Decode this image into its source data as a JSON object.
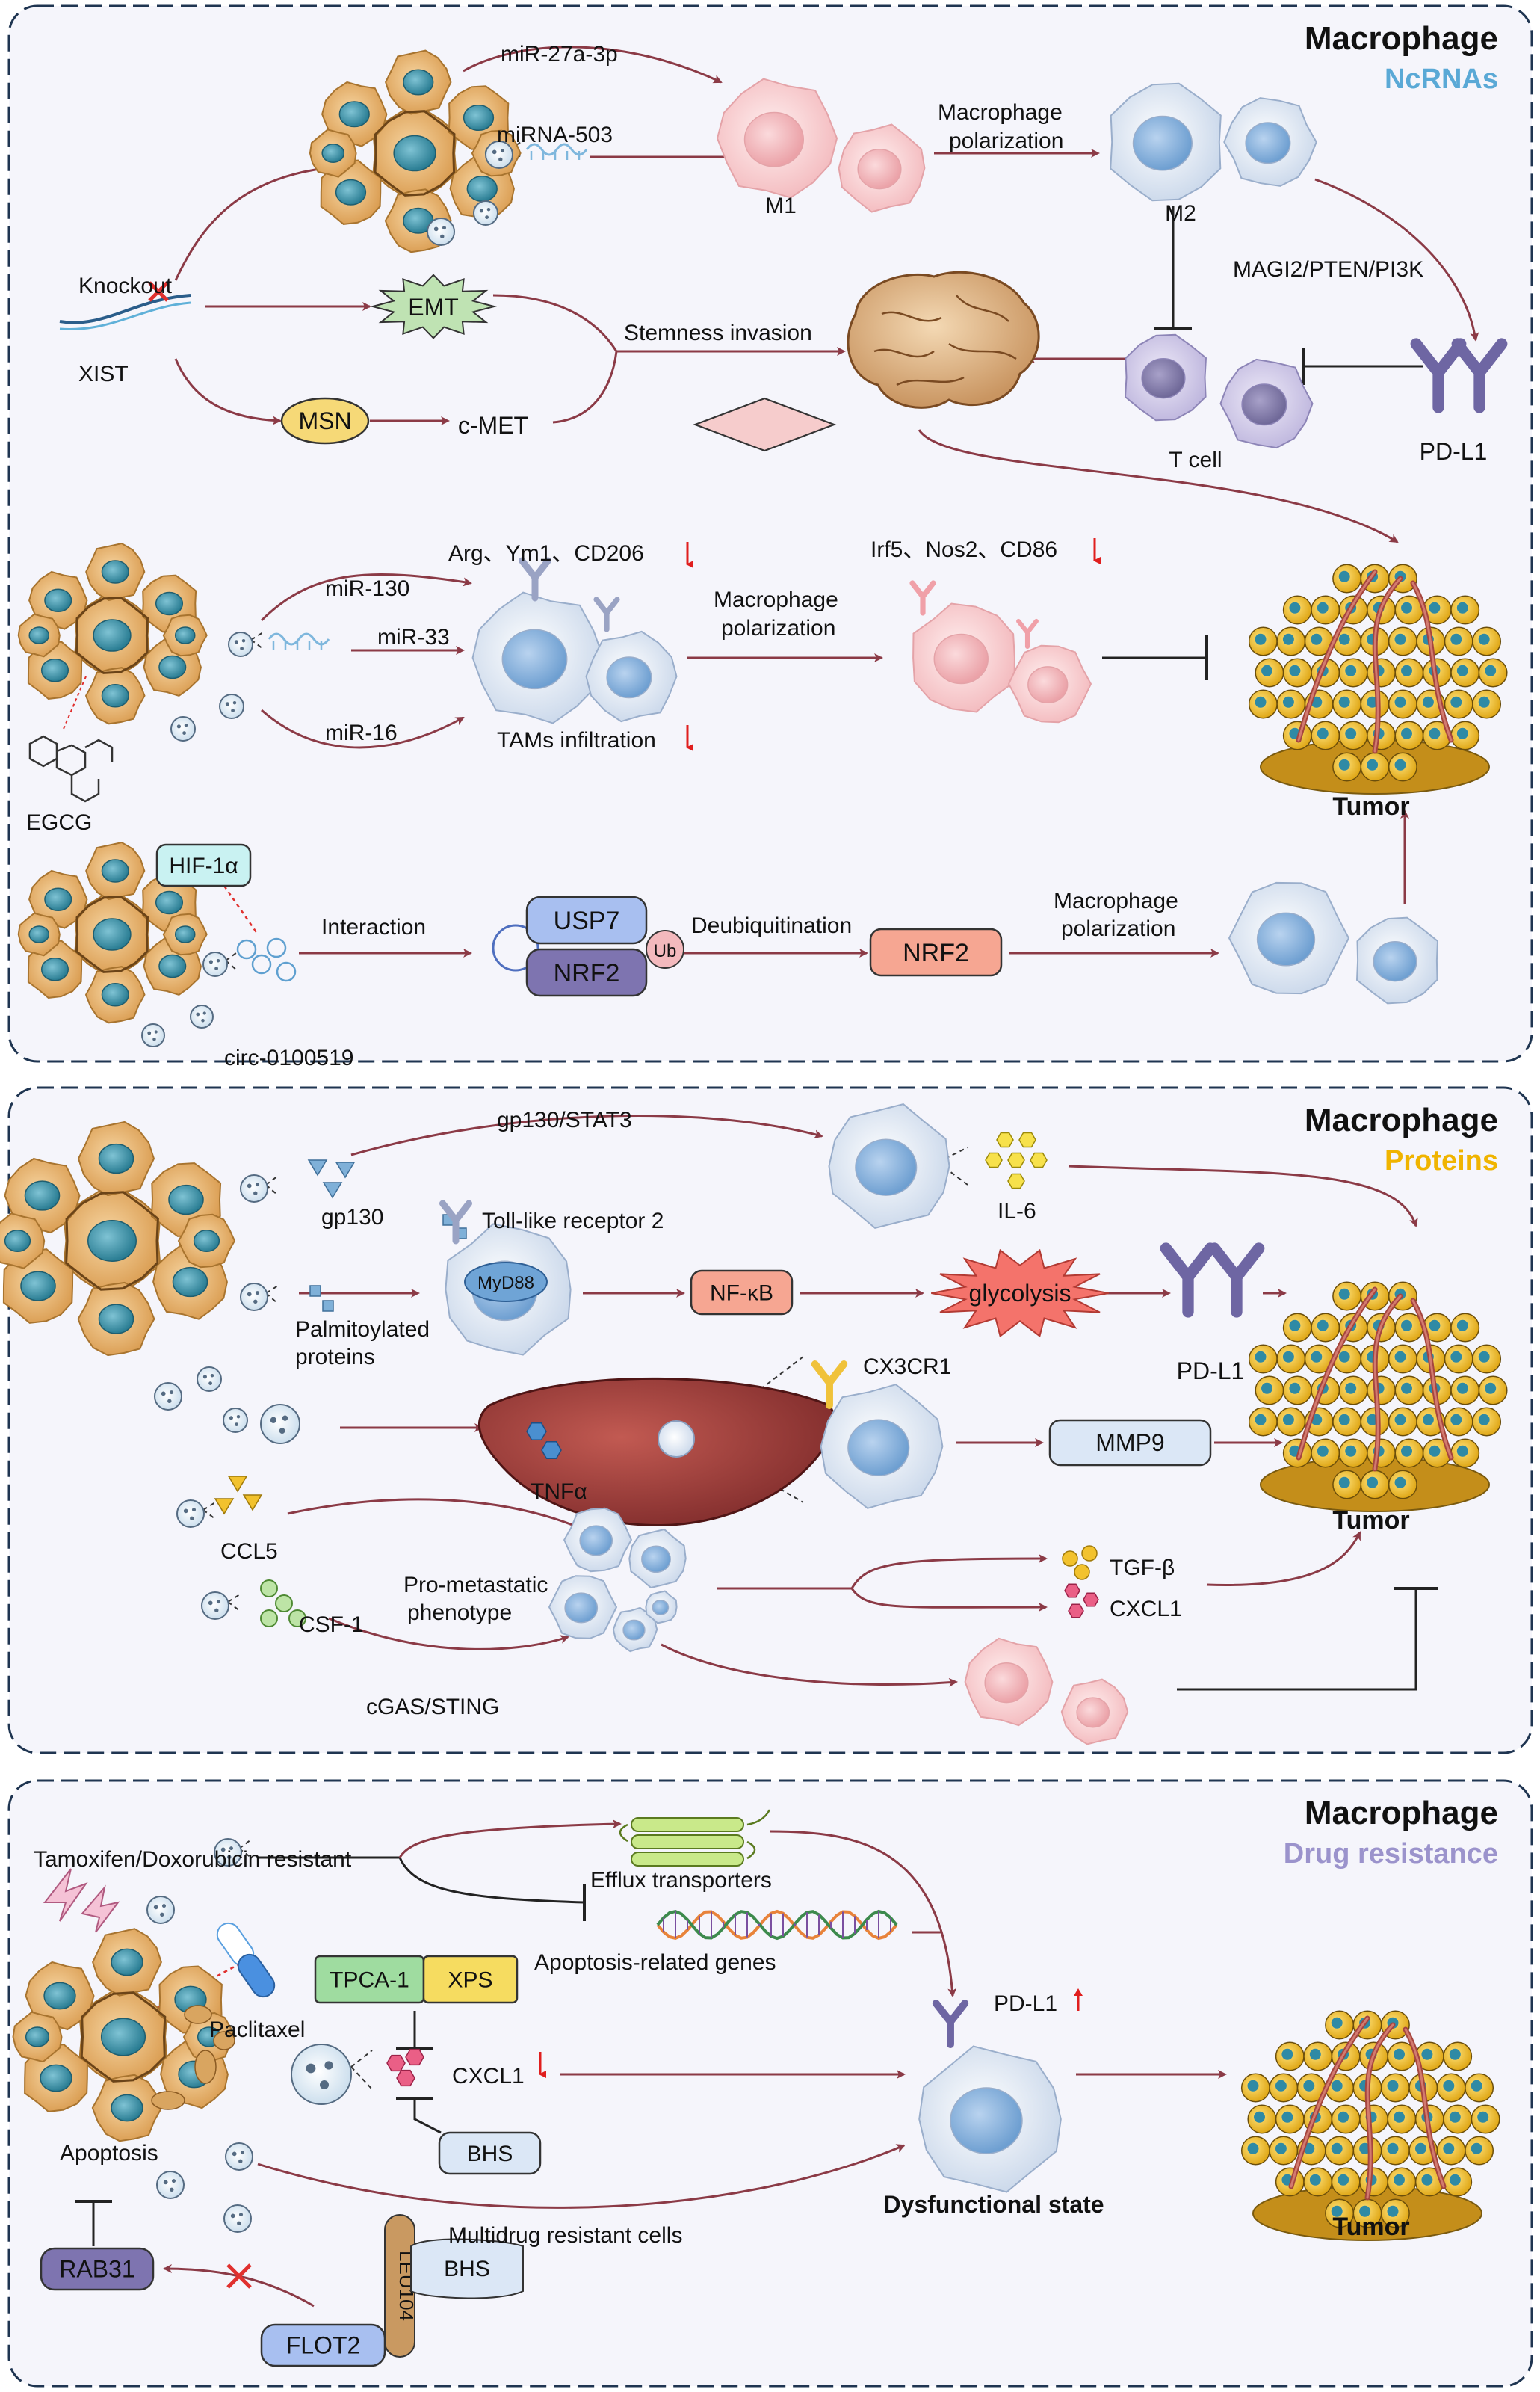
{
  "colors": {
    "arrow": "#8b3a46",
    "panel_fill": "#f5f5fb",
    "panel_border": "#1f3551",
    "ncrnas_title": "#5aa9d6",
    "proteins_title": "#f0b400",
    "drug_title": "#9b93cc",
    "down_arrow": "#e01e1e"
  },
  "panels": [
    {
      "title": "Macrophage",
      "subtitle": "NcRNAs"
    },
    {
      "title": "Macrophage",
      "subtitle": "Proteins"
    },
    {
      "title": "Macrophage",
      "subtitle": "Drug resistance"
    }
  ],
  "ncrnas": {
    "mir27a": "miR-27a-3p",
    "mirna503": "miRNA-503",
    "m1": "M1",
    "mac_pol_1": [
      "Macrophage",
      "polarization"
    ],
    "m2": "M2",
    "magi2": "MAGI2/PTEN/PI3K",
    "knockout": "Knockout",
    "xist": "XIST",
    "emt": "EMT",
    "stemness": "Stemness invasion",
    "msn": "MSN",
    "cmet": "c-MET",
    "tcell": "T cell",
    "pdl1": "PD-L1",
    "arg": "Arg、Ym1、CD206",
    "irf5": "Irf5、Nos2、CD86",
    "mir130": "miR-130",
    "mir33": "miR-33",
    "mir16": "miR-16",
    "mac_pol_2": [
      "Macrophage",
      "polarization"
    ],
    "tams": "TAMs infiltration",
    "egcg": "EGCG",
    "tumor": "Tumor",
    "hif": "HIF-1α",
    "interaction": "Interaction",
    "usp7": "USP7",
    "nrf2": "NRF2",
    "ub": "Ub",
    "deubiq": "Deubiquitination",
    "nrf2b": "NRF2",
    "mac_pol_3": [
      "Macrophage",
      "polarization"
    ],
    "circ": "circ-0100519"
  },
  "proteins": {
    "gp130stat3": "gp130/STAT3",
    "il6": "IL-6",
    "gp130": "gp130",
    "tlr2": "Toll-like receptor 2",
    "myd88": "MyD88",
    "palm": [
      "Palmitoylated",
      "proteins"
    ],
    "nfkb": "NF-κB",
    "glycolysis": "glycolysis",
    "pdl1": "PD-L1",
    "cx3cr1": "CX3CR1",
    "tnfa": "TNFα",
    "mmp9": "MMP9",
    "tumor": "Tumor",
    "ccl5": "CCL5",
    "prometa": [
      "Pro-metastatic",
      "phenotype"
    ],
    "tgfb": "TGF-β",
    "cxcl1": "CXCL1",
    "csf1": "CSF-1",
    "cgas": "cGAS/STING"
  },
  "drug": {
    "tamox": "Tamoxifen/Doxorubicin resistant",
    "efflux": "Efflux transporters",
    "apopgenes": "Apoptosis-related genes",
    "tpca": "TPCA-1",
    "xps": "XPS",
    "paclitaxel": "Paclitaxel",
    "cxcl1": "CXCL1",
    "bhs": "BHS",
    "pdl1": "PD-L1",
    "apoptosis": "Apoptosis",
    "dysfunctional": "Dysfunctional state",
    "mdr": "Multidrug resistant cells",
    "tumor": "Tumor",
    "rab31": "RAB31",
    "flot2": "FLOT2",
    "leu104": "LEU104",
    "bhs2": "BHS"
  }
}
